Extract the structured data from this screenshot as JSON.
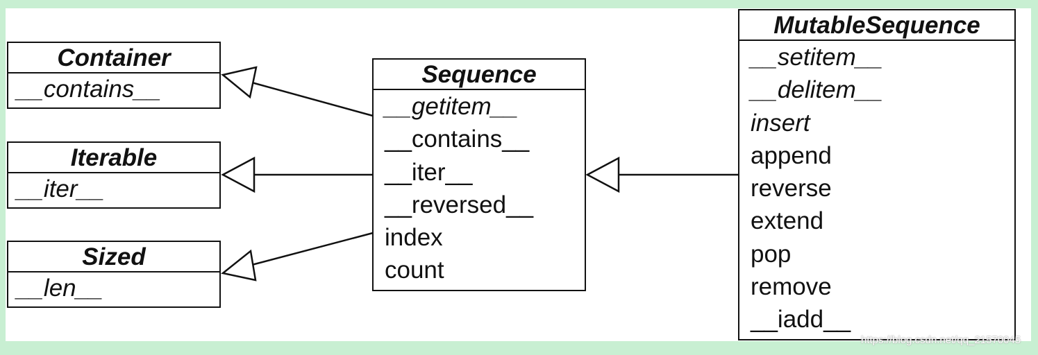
{
  "classes": {
    "container": {
      "name": "Container",
      "methods": [
        {
          "label": "__contains__",
          "abstract": true
        }
      ]
    },
    "iterable": {
      "name": "Iterable",
      "methods": [
        {
          "label": "__iter__",
          "abstract": true
        }
      ]
    },
    "sized": {
      "name": "Sized",
      "methods": [
        {
          "label": "__len__",
          "abstract": true
        }
      ]
    },
    "sequence": {
      "name": "Sequence",
      "methods": [
        {
          "label": "__getitem__",
          "abstract": true
        },
        {
          "label": "__contains__",
          "abstract": false
        },
        {
          "label": "__iter__",
          "abstract": false
        },
        {
          "label": "__reversed__",
          "abstract": false
        },
        {
          "label": "index",
          "abstract": false
        },
        {
          "label": "count",
          "abstract": false
        }
      ]
    },
    "mutable_sequence": {
      "name": "MutableSequence",
      "methods": [
        {
          "label": "__setitem__",
          "abstract": true
        },
        {
          "label": "__delitem__",
          "abstract": true
        },
        {
          "label": "insert",
          "abstract": true
        },
        {
          "label": "append",
          "abstract": false
        },
        {
          "label": "reverse",
          "abstract": false
        },
        {
          "label": "extend",
          "abstract": false
        },
        {
          "label": "pop",
          "abstract": false
        },
        {
          "label": "remove",
          "abstract": false
        },
        {
          "label": "__iadd__",
          "abstract": false
        }
      ]
    }
  },
  "relations": [
    {
      "from": "Sequence",
      "to": "Container",
      "type": "inheritance"
    },
    {
      "from": "Sequence",
      "to": "Iterable",
      "type": "inheritance"
    },
    {
      "from": "Sequence",
      "to": "Sized",
      "type": "inheritance"
    },
    {
      "from": "MutableSequence",
      "to": "Sequence",
      "type": "inheritance"
    }
  ],
  "watermark": "https://blog.csdn.net/qq_21570045",
  "colors": {
    "background": "#c8efd2",
    "canvas": "#ffffff",
    "stroke": "#111111"
  }
}
